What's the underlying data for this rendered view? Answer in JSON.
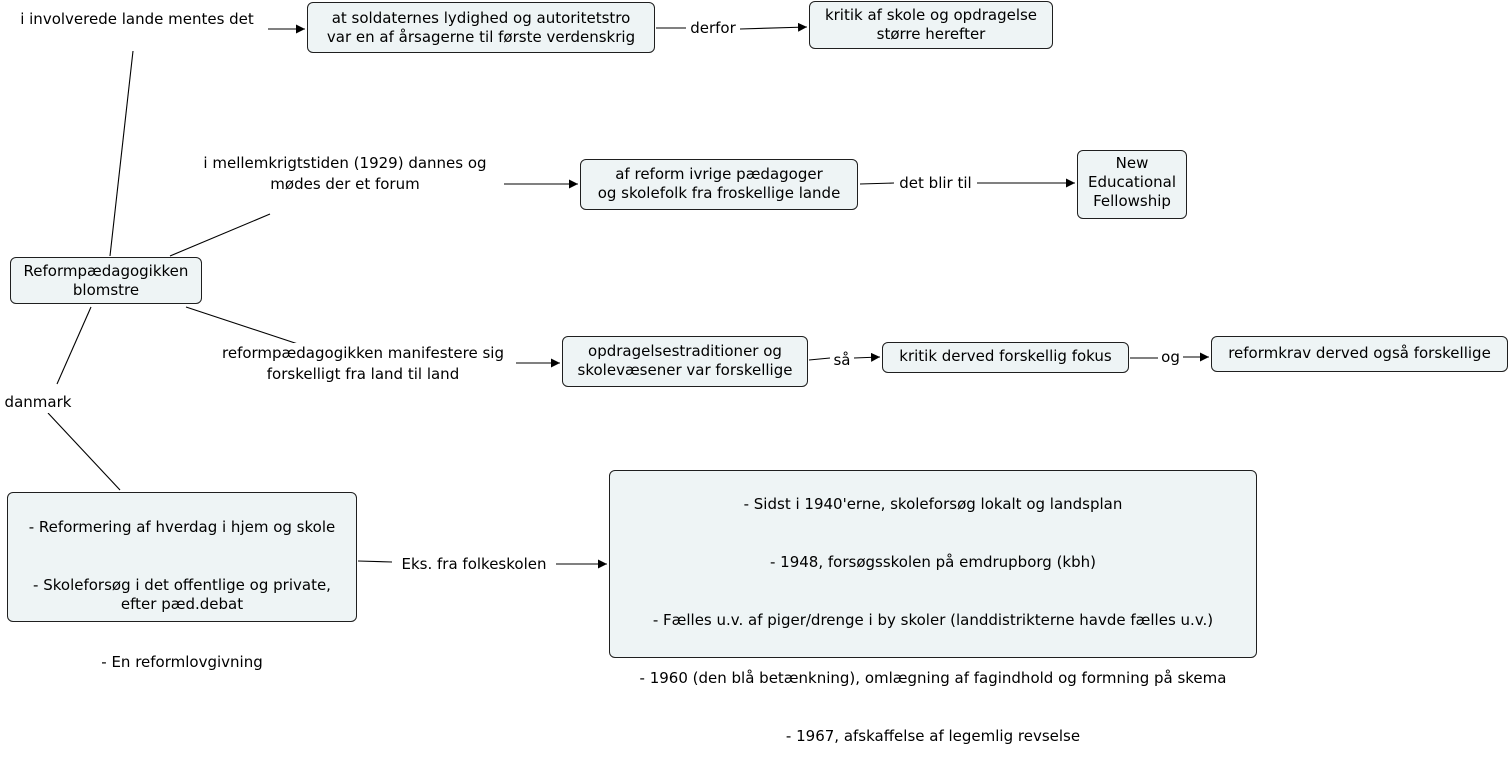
{
  "nodes": {
    "root": "Reformpædagogikken\nblomstre",
    "soldiers": "at soldaternes lydighed og autoritetstro\nvar en af årsagerne til første verdenskrig",
    "criticism": "kritik af skole og opdragelse\nstørre herefter",
    "reformers": "af reform ivrige pædagoger\nog skolefolk fra froskellige lande",
    "nef": "New\nEducational\nFellowship",
    "traditions": "opdragelsestraditioner og\nskolevæsener var forskellige",
    "critique_focus": "kritik derved forskellig fokus",
    "reform_demands": "reformkrav derved også forskellige",
    "denmark_items": [
      "- Reformering af hverdag i hjem og skole",
      "- Skoleforsøg i det offentlige og private,\nefter pæd.debat",
      "- En reformlovgivning"
    ],
    "school_items": [
      "- Sidst i 1940'erne, skoleforsøg lokalt og landsplan",
      "- 1948, forsøgsskolen på emdrupborg (kbh)",
      "- Fælles u.v. af piger/drenge i by skoler (landdistrikterne havde fælles u.v.)",
      "- 1960 (den blå betænkning), omlægning af fagindhold og formning på skema",
      "- 1967, afskaffelse af legemlig revselse"
    ]
  },
  "links": {
    "involved": "i involverede lande mentes det",
    "therefore": "derfor",
    "interwar": "i mellemkrigtstiden (1929) dannes og\nmødes der et forum",
    "becomes": "det blir til",
    "manifests": "reformpædagogikken manifestere sig\nforskelligt fra land til land",
    "so": "så",
    "and": "og",
    "denmark": "danmark",
    "examples": "Eks. fra folkeskolen"
  },
  "colors": {
    "node_fill": "#eef4f5",
    "border": "#1f1f1f",
    "line": "#000000"
  }
}
